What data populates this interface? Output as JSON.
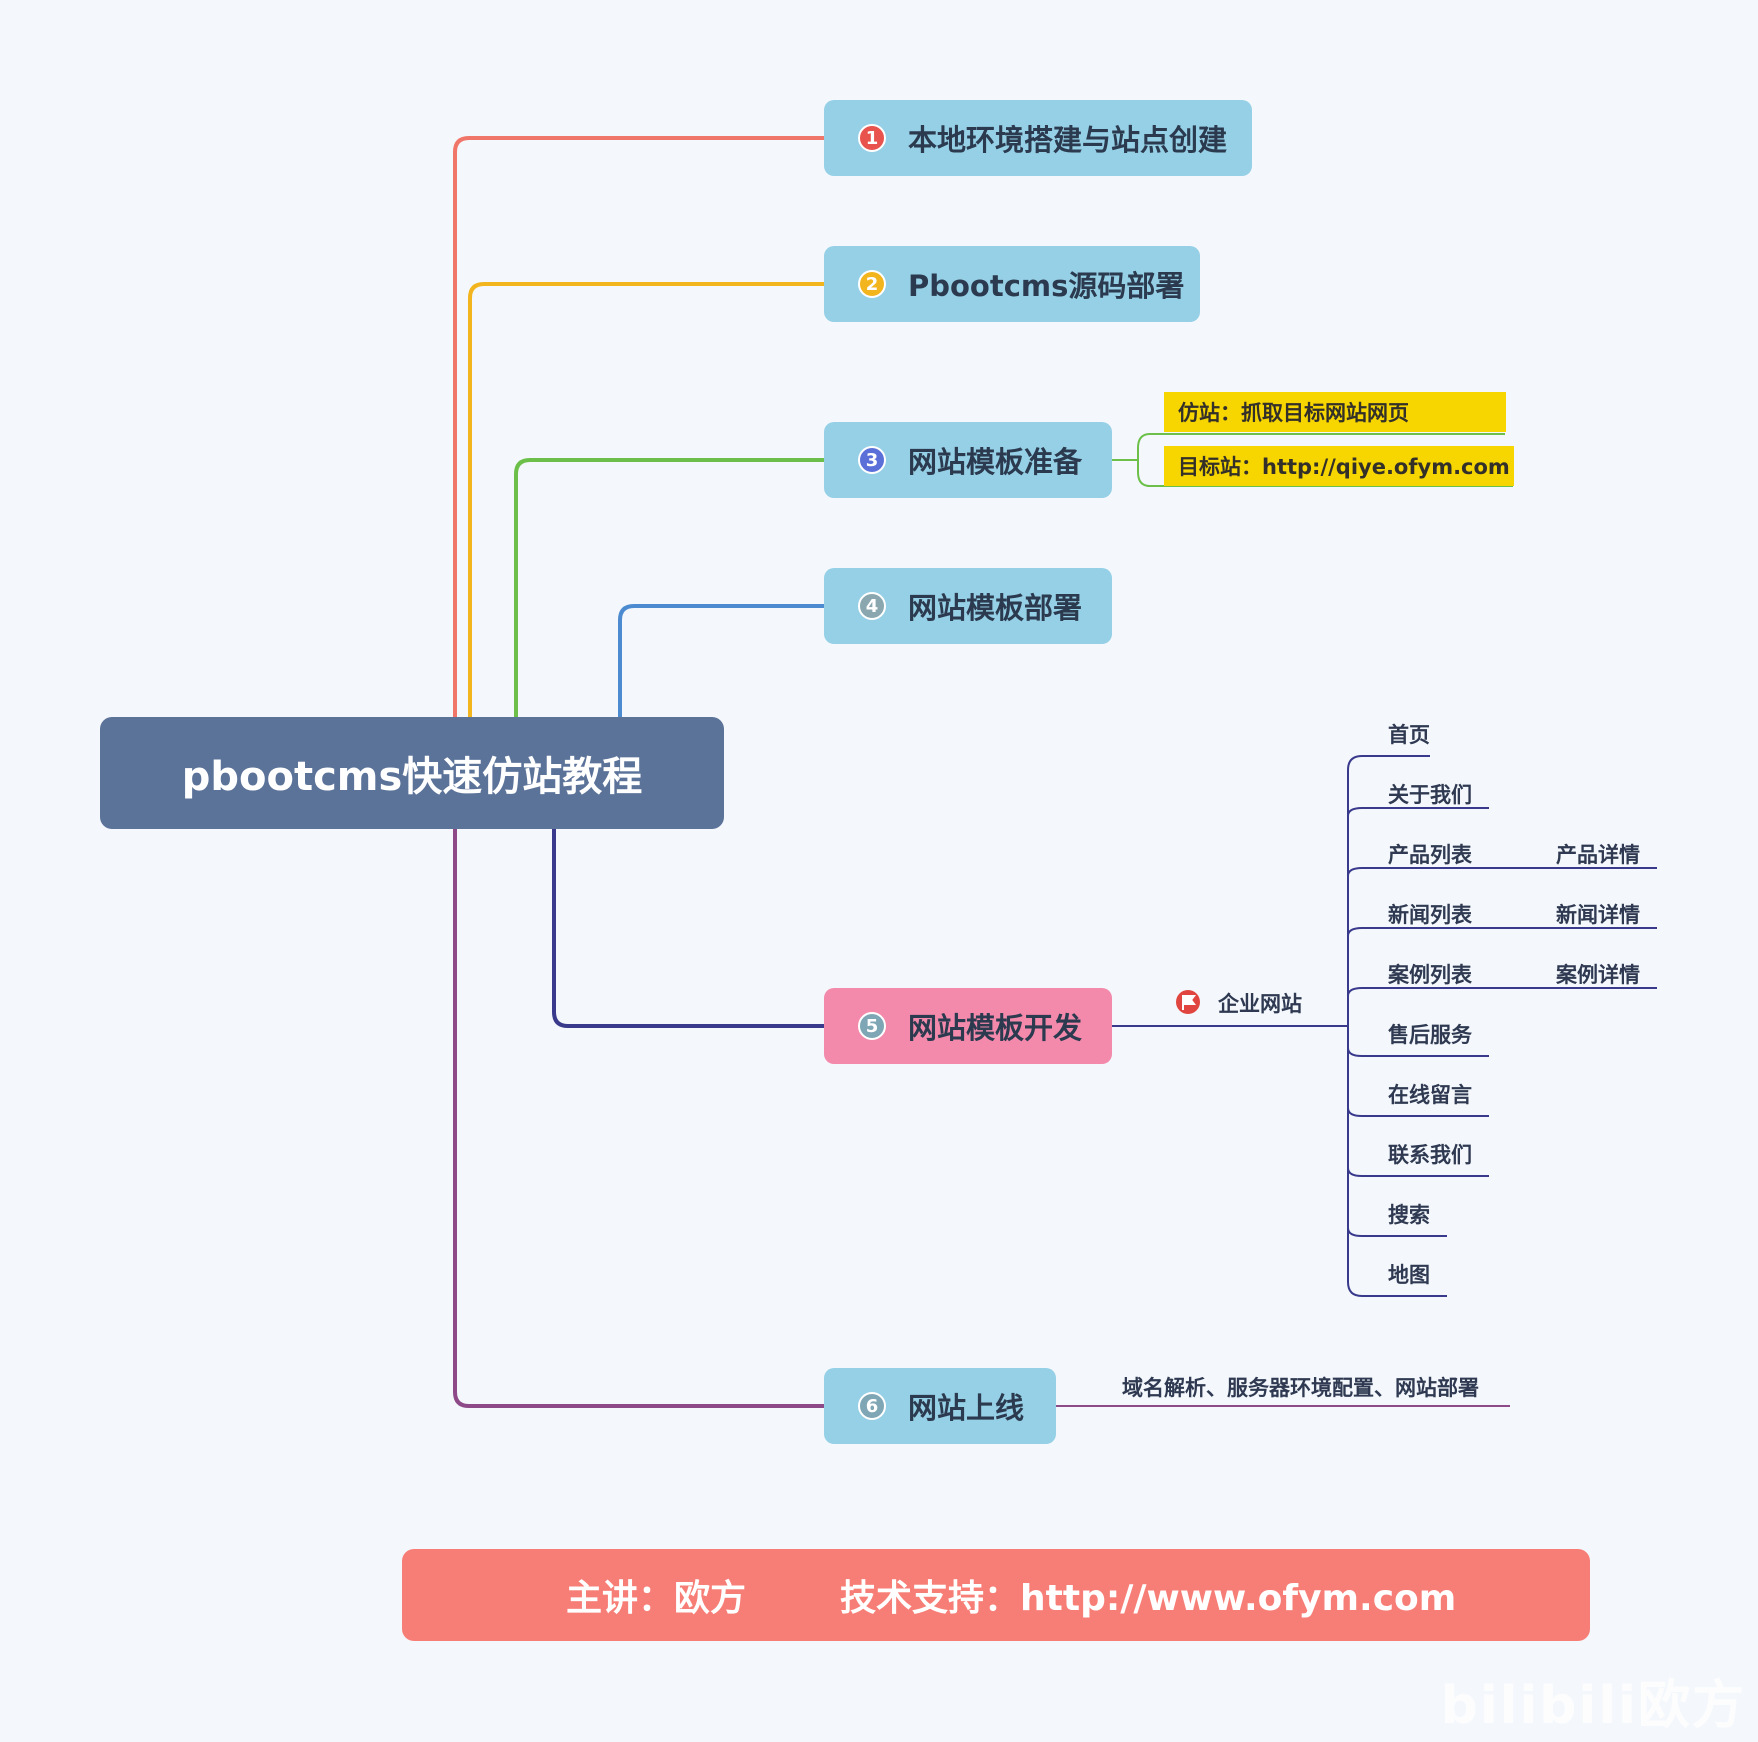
{
  "root": {
    "label": "pbootcms快速仿站教程"
  },
  "topics": [
    {
      "num": "1",
      "label": "本地环境搭建与站点创建",
      "color": "#e8534d"
    },
    {
      "num": "2",
      "label": "Pbootcms源码部署",
      "color": "#f2b51e"
    },
    {
      "num": "3",
      "label": "网站模板准备",
      "color": "#5b6fd9"
    },
    {
      "num": "4",
      "label": "网站模板部署",
      "color": "#8aa7b0"
    },
    {
      "num": "5",
      "label": "网站模板开发",
      "color": "#7fa6b5"
    },
    {
      "num": "6",
      "label": "网站上线",
      "color": "#7fa6b5"
    }
  ],
  "topic3_children": [
    "仿站：抓取目标网站网页",
    "目标站：http://qiye.ofym.com"
  ],
  "topic5_child": {
    "label": "企业网站",
    "flag_icon": "red-flag-icon"
  },
  "site_pages": [
    "首页",
    "关于我们",
    "产品列表",
    "新闻列表",
    "案例列表",
    "售后服务",
    "在线留言",
    "联系我们",
    "搜索",
    "地图"
  ],
  "detail_pages": [
    "产品详情",
    "新闻详情",
    "案例详情"
  ],
  "topic6_child": "域名解析、服务器环境配置、网站部署",
  "footer": {
    "speaker": "主讲：欧方",
    "support": "技术支持：http://www.ofym.com"
  },
  "watermark": "bilibili欧方",
  "colors": {
    "branch1": "#f0766a",
    "branch2": "#f2b51e",
    "branch3": "#6cc04a",
    "branch4": "#4d8bd0",
    "branch5": "#3a3a8c",
    "branch6": "#8e4a88"
  }
}
